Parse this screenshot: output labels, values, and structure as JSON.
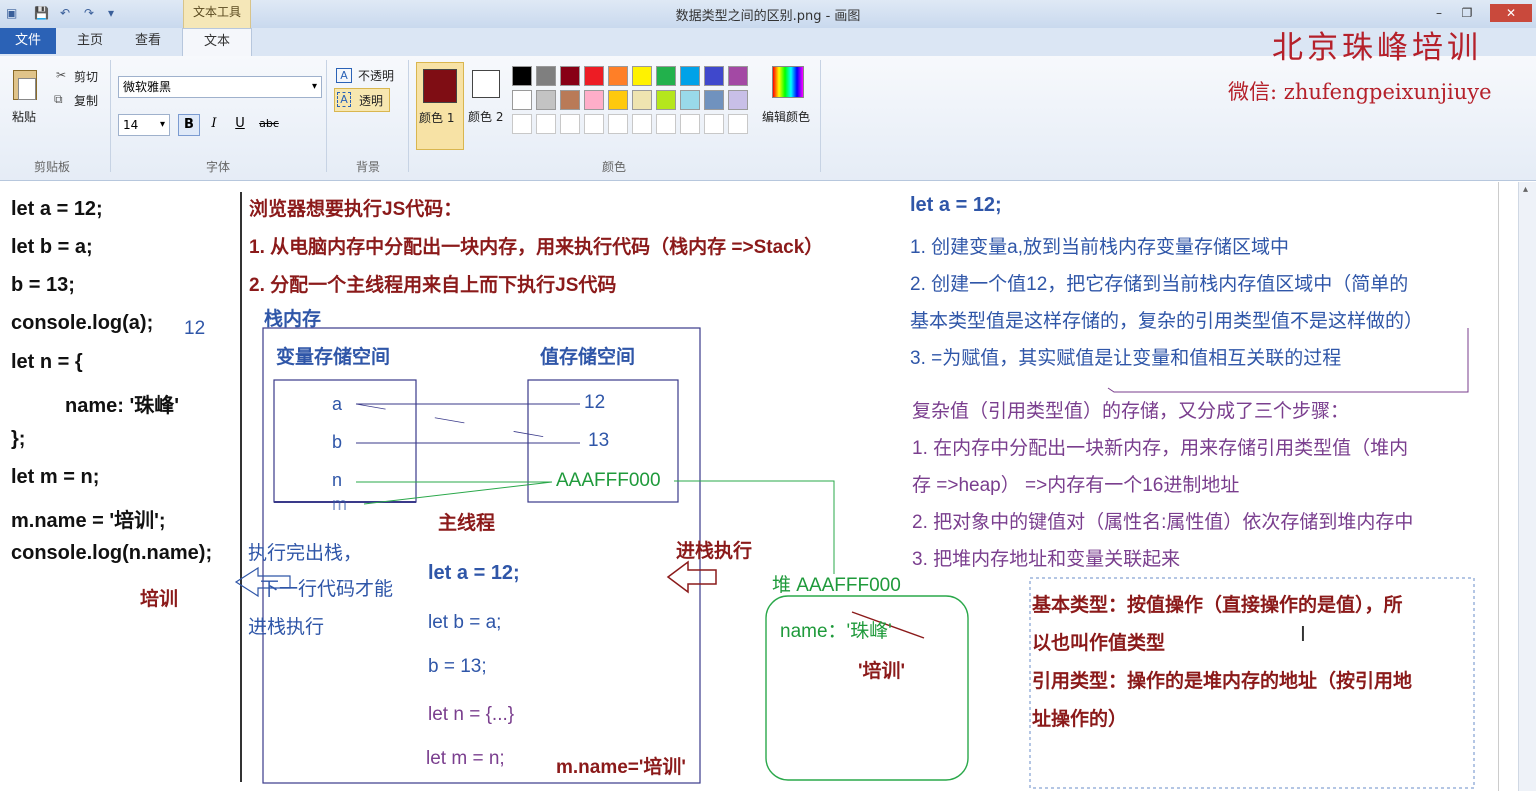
{
  "window": {
    "title": "数据类型之间的区别.png - 画图",
    "context_tab": "文本工具",
    "min": "–",
    "max": "❐",
    "close": "✕"
  },
  "tabs": {
    "file": "文件",
    "home": "主页",
    "view": "查看",
    "text": "文本"
  },
  "ribbon": {
    "clipboard": {
      "paste": "粘贴",
      "cut": "剪切",
      "copy": "复制",
      "label": "剪贴板"
    },
    "font": {
      "family": "微软雅黑",
      "size": "14",
      "bold": "B",
      "italic": "I",
      "underline": "U",
      "strike": "abc",
      "label": "字体"
    },
    "background": {
      "opaque": "不透明",
      "transparent": "透明",
      "label": "背景"
    },
    "colors": {
      "color1": "颜色 1",
      "color2": "颜色 2",
      "edit": "编辑颜色",
      "label": "颜色",
      "color1_value": "#7f0d14",
      "row1": [
        "#000000",
        "#7f7f7f",
        "#880015",
        "#ed1c24",
        "#ff7f27",
        "#fff200",
        "#22b14c",
        "#00a2e8",
        "#3f48cc",
        "#a349a4"
      ],
      "row2": [
        "#ffffff",
        "#c3c3c3",
        "#b97a57",
        "#ffaec9",
        "#ffc90e",
        "#efe4b0",
        "#b5e61d",
        "#99d9ea",
        "#7092be",
        "#c8bfe7"
      ],
      "row3": [
        "#ffffff",
        "#ffffff",
        "#ffffff",
        "#ffffff",
        "#ffffff",
        "#ffffff",
        "#ffffff",
        "#ffffff",
        "#ffffff",
        "#ffffff"
      ]
    }
  },
  "watermark": {
    "school": "北京珠峰培训",
    "wechat": "微信: zhufengpeixunjiuye"
  },
  "canvas": {
    "code": [
      "let a = 12;",
      "let b = a;",
      "b = 13;",
      "console.log(a);",
      "let n = {",
      "name: '珠峰'",
      "};",
      "let m = n;",
      "m.name = '培训';",
      "console.log(n.name);"
    ],
    "log_a": "12",
    "log_n": "培训",
    "intro": [
      "浏览器想要执行JS代码：",
      "1. 从电脑内存中分配出一块内存，用来执行代码（栈内存 =>Stack）",
      "2. 分配一个主线程用来自上而下执行JS代码"
    ],
    "stack_title": "栈内存",
    "var_area": "变量存储空间",
    "val_area": "值存储空间",
    "vars": [
      "a",
      "b",
      "n",
      "m"
    ],
    "vals": [
      "12",
      "13",
      "AAAFFF000"
    ],
    "main_thread": "主线程",
    "push_exec": "进栈执行",
    "pop_note": [
      "执行完出栈，",
      "下一行代码才能",
      "进栈执行"
    ],
    "thread_code": [
      "let  a = 12;",
      "let b = a;",
      "b = 13;",
      "let n = {...}",
      "let m = n;"
    ],
    "m_name": "m.name='培训'",
    "heap_title": "堆 AAAFFF000",
    "heap_name": "name：'珠峰'",
    "heap_new": "'培训'",
    "right": [
      "let a = 12;",
      "1. 创建变量a,放到当前栈内存变量存储区域中",
      "2. 创建一个值12，把它存储到当前栈内存值区域中（简单的",
      "基本类型值是这样存储的，复杂的引用类型值不是这样做的）",
      "3. =为赋值，其实赋值是让变量和值相互关联的过程"
    ],
    "complex": [
      "复杂值（引用类型值）的存储，又分成了三个步骤：",
      "1. 在内存中分配出一块新内存，用来存储引用类型值（堆内",
      "存 =>heap） =>内存有一个16进制地址",
      "2. 把对象中的键值对（属性名:属性值）依次存储到堆内存中",
      "3. 把堆内存地址和变量关联起来"
    ],
    "summary": [
      "基本类型：按值操作（直接操作的是值），所",
      "以也叫作值类型",
      "引用类型：操作的是堆内存的地址（按引用地",
      "址操作的）"
    ]
  }
}
